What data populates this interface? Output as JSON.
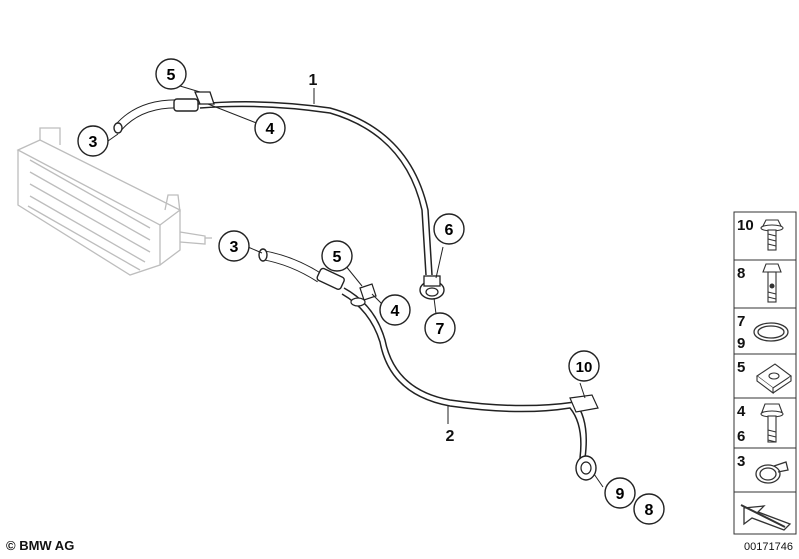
{
  "callouts": {
    "c5_top": "5",
    "c4_top": "4",
    "c3_left": "3",
    "c3_mid": "3",
    "c5_mid": "5",
    "c4_mid": "4",
    "c6": "6",
    "c7": "7",
    "c10": "10",
    "c9": "9",
    "c8": "8"
  },
  "leader_labels": {
    "hose_1": "1",
    "hose_2": "2"
  },
  "parts_panel": [
    {
      "labels": [
        "10"
      ],
      "icon": "flange-bolt-icon"
    },
    {
      "labels": [
        "8"
      ],
      "icon": "banjo-bolt-icon"
    },
    {
      "labels": [
        "7",
        "9"
      ],
      "icon": "o-ring-icon"
    },
    {
      "labels": [
        "5"
      ],
      "icon": "clip-nut-icon"
    },
    {
      "labels": [
        "4",
        "6"
      ],
      "icon": "hex-bolt-icon"
    },
    {
      "labels": [
        "3"
      ],
      "icon": "hose-clamp-icon"
    },
    {
      "labels": [],
      "icon": "direction-arrow-icon"
    }
  ],
  "footer": {
    "copyright": "© BMW AG",
    "diagram_id": "00171746"
  }
}
